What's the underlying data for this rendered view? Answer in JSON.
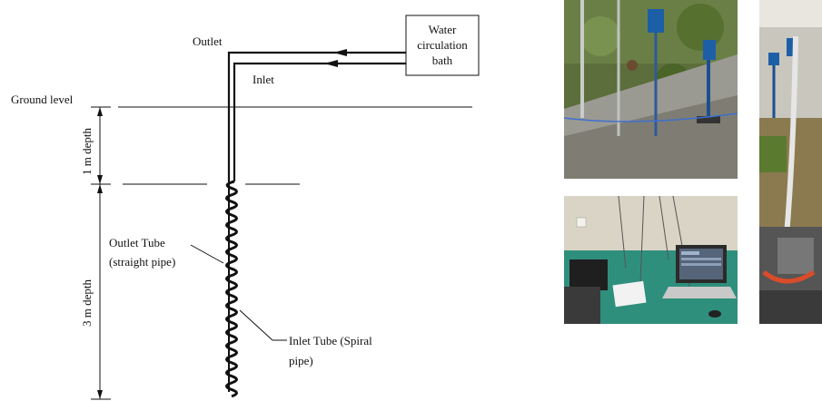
{
  "labels": {
    "outlet": "Outlet",
    "inlet": "Inlet",
    "bath_line1": "Water",
    "bath_line2": "circulation",
    "bath_line3": "bath",
    "ground_level": "Ground level",
    "depth1": "1 m depth",
    "depth3": "3 m depth",
    "outlet_tube_line1": "Outlet Tube",
    "outlet_tube_line2": "(straight pipe)",
    "inlet_tube_line1": "Inlet Tube (Spiral",
    "inlet_tube_line2": "pipe)"
  },
  "colors": {
    "line": "#111111",
    "photo_grass": "#4d6a2c",
    "photo_floor": "#2f8f7d",
    "photo_wall": "#d9d4c5",
    "photo_sensor": "#1d5fa6"
  },
  "photos": [
    {
      "name": "photo-field-sensor"
    },
    {
      "name": "photo-laptop-datalogger"
    },
    {
      "name": "photo-pipe-installation"
    }
  ]
}
